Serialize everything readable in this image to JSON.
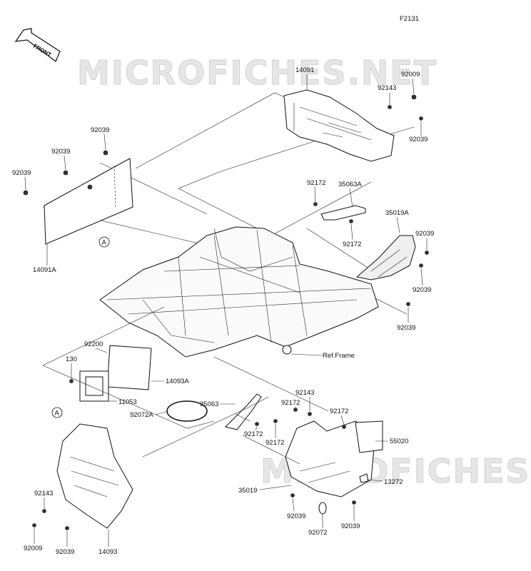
{
  "figure_code": "F2131",
  "front_label": "FRONT",
  "watermarks": [
    "MICROFICHES.NET",
    "MICROFICHES.NET"
  ],
  "ref_frame": "Ref.Frame",
  "callouts": {
    "a_top": "A",
    "a_bottom": "A"
  },
  "labels": {
    "p14091": "14091",
    "p92009_t": "92009",
    "p92143_t": "92143",
    "p92039_tr": "92039",
    "p92039_a": "92039",
    "p92039_b": "92039",
    "p92039_c": "92039",
    "p14091A": "14091A",
    "p92172_a": "92172",
    "p35063A": "35063A",
    "p35019A": "35019A",
    "p92039_r1": "92039",
    "p92172_b": "92172",
    "p92039_r2": "92039",
    "p92039_r3": "92039",
    "p92200": "92200",
    "p130": "130",
    "p14093A": "14093A",
    "p11053": "11053",
    "p92072A": "92072A",
    "p35063": "35063",
    "p92143_m": "92143",
    "p92172_c": "92172",
    "p92172_d": "92172",
    "p92172_e": "92172",
    "p92172_f": "92172",
    "p55020": "55020",
    "p13272": "13272",
    "p35019": "35019",
    "p92039_m": "92039",
    "p92072": "92072",
    "p92039_n": "92039",
    "p92143_b": "92143",
    "p92009_b": "92009",
    "p92039_bl": "92039",
    "p14093": "14093"
  }
}
